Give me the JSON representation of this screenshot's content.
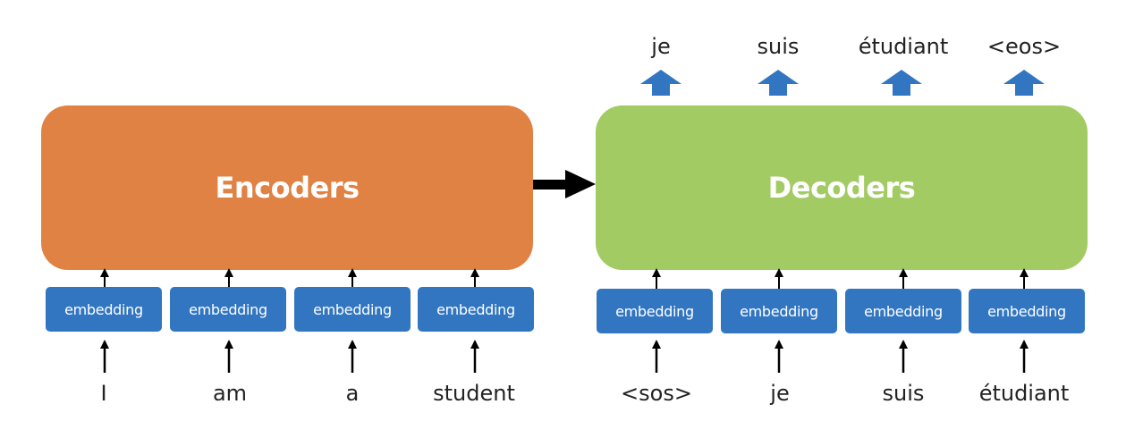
{
  "encoder": {
    "label": "Encoders",
    "color": "#E08243",
    "embedding_label": "embedding",
    "inputs": [
      "I",
      "am",
      "a",
      "student"
    ]
  },
  "decoder": {
    "label": "Decoders",
    "color": "#A2CB63",
    "embedding_label": "embedding",
    "inputs": [
      "<sos>",
      "je",
      "suis",
      "étudiant"
    ],
    "outputs": [
      "je",
      "suis",
      "étudiant",
      "<eos>"
    ]
  },
  "colors": {
    "embedding": "#3276C2",
    "output_arrow": "#3276C2",
    "connector": "#000000"
  }
}
